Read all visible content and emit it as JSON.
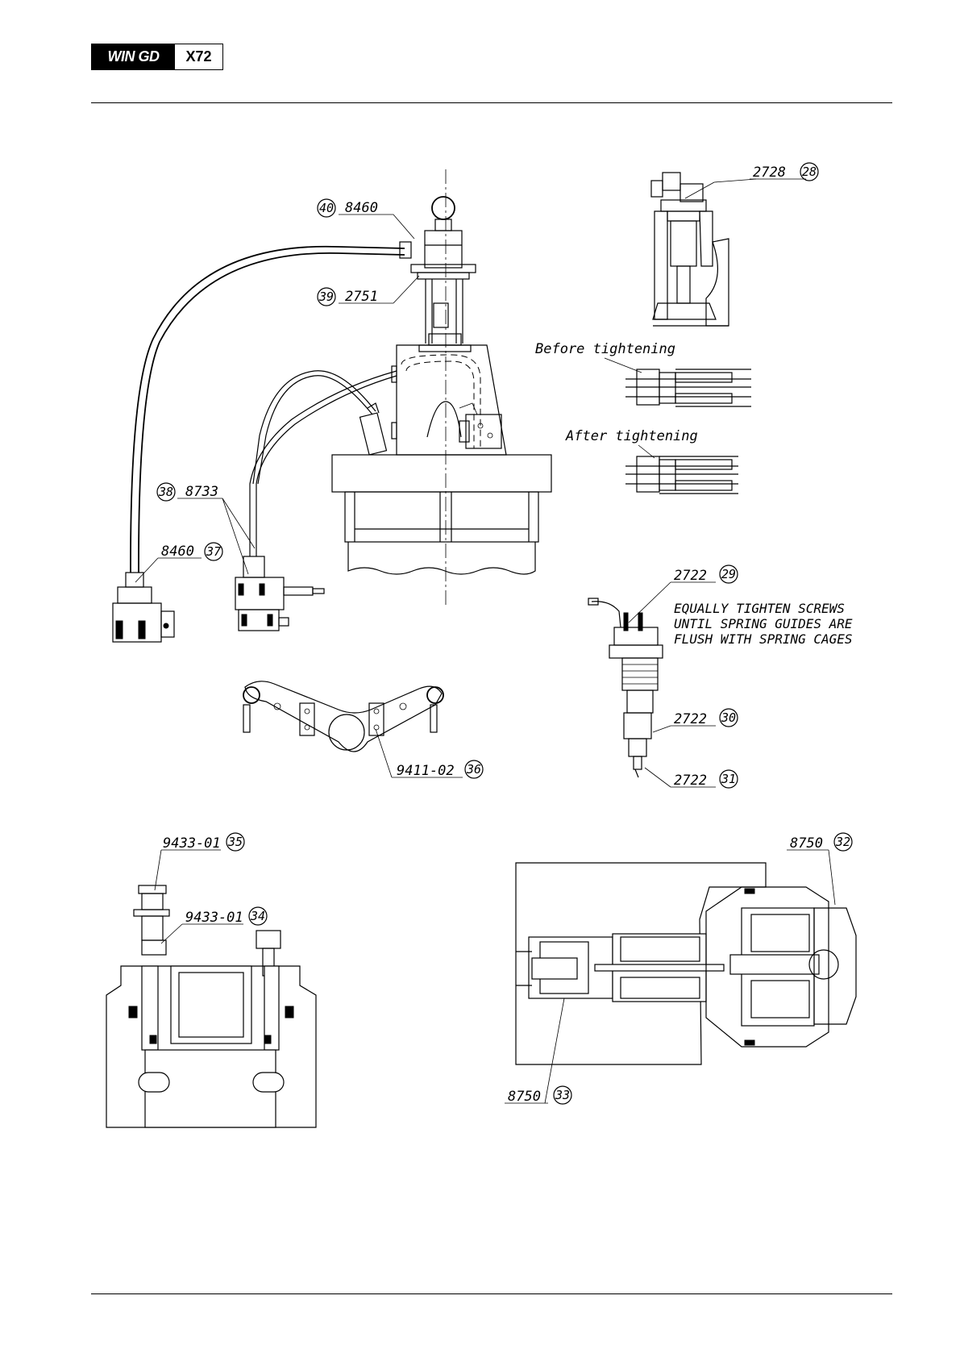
{
  "header": {
    "brand": "WIN GD",
    "model": "X72"
  },
  "callouts": [
    {
      "part": "2728",
      "item": "28"
    },
    {
      "part": "8460",
      "item": "40"
    },
    {
      "part": "2751",
      "item": "39"
    },
    {
      "part": "8733",
      "item": "38"
    },
    {
      "part": "8460",
      "item": "37"
    },
    {
      "part": "2722",
      "item": "29"
    },
    {
      "part": "2722",
      "item": "30"
    },
    {
      "part": "2722",
      "item": "31"
    },
    {
      "part": "9411-02",
      "item": "36"
    },
    {
      "part": "9433-01",
      "item": "35"
    },
    {
      "part": "9433-01",
      "item": "34"
    },
    {
      "part": "8750",
      "item": "32"
    },
    {
      "part": "8750",
      "item": "33"
    }
  ],
  "notes": {
    "before": "Before tightening",
    "after": "After tightening",
    "instruction": [
      "EQUALLY TIGHTEN SCREWS",
      "UNTIL SPRING GUIDES ARE",
      "FLUSH WITH SPRING CAGES"
    ]
  }
}
